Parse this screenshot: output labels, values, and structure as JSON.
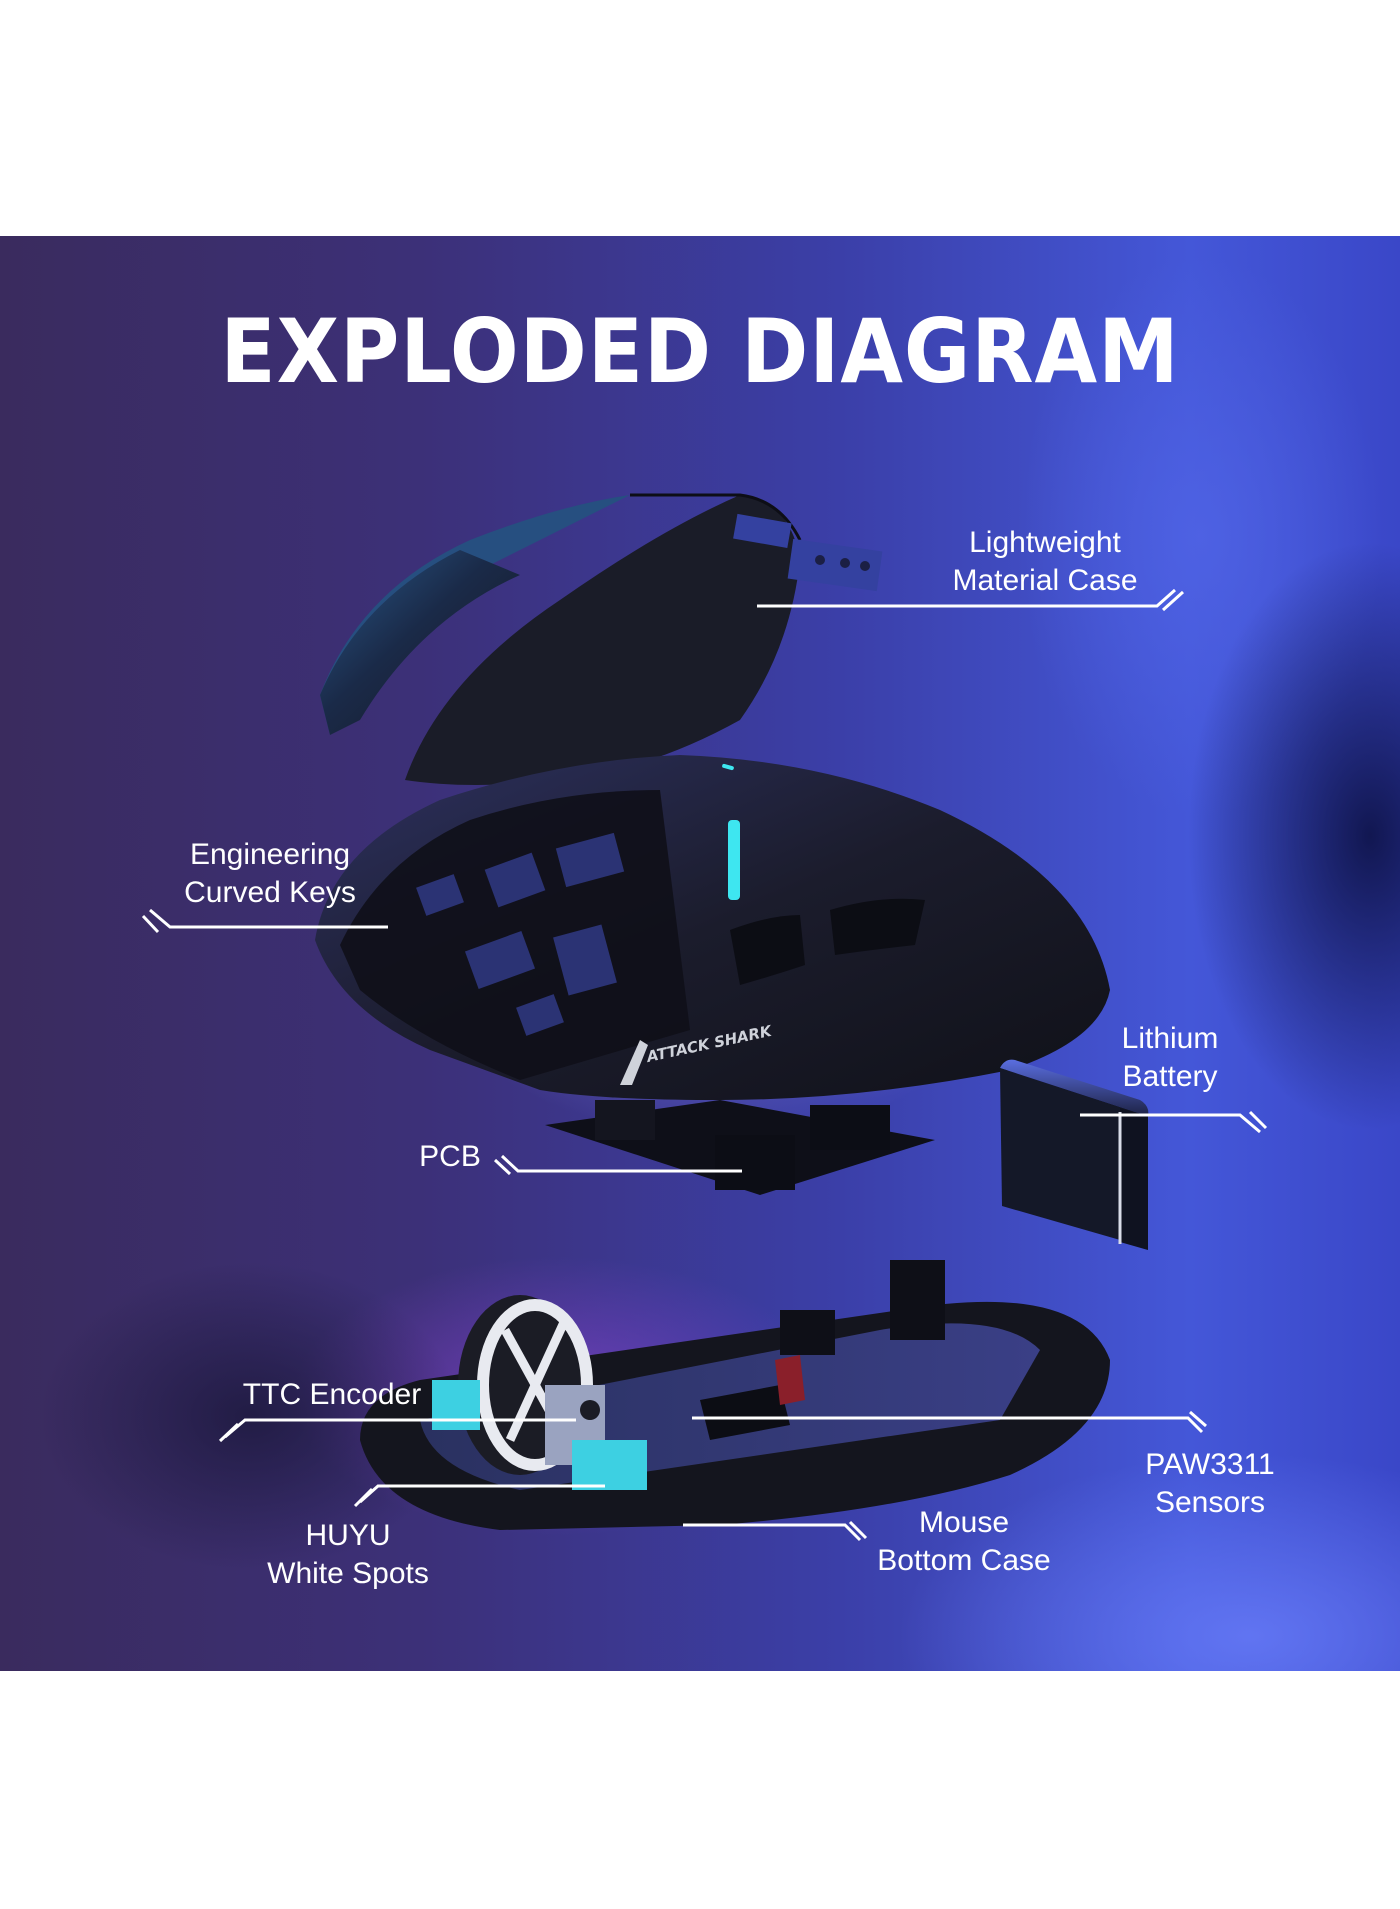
{
  "title": "EXPLODED DIAGRAM",
  "brand_logo_text": "ATTACK SHARK",
  "colors": {
    "background_page": "#ffffff",
    "panel_deep_purple": "#3a2b5e",
    "panel_blue": "#4457d8",
    "label_text": "#ffffff",
    "accent_cyan": "#3ee6f0",
    "mouse_body": "#15161f"
  },
  "callouts": [
    {
      "id": "lightweight-material-case",
      "line1": "Lightweight",
      "line2": "Material Case"
    },
    {
      "id": "engineering-curved-keys",
      "line1": "Engineering",
      "line2": "Curved Keys"
    },
    {
      "id": "lithium-battery",
      "line1": "Lithium",
      "line2": "Battery"
    },
    {
      "id": "pcb",
      "line1": "PCB",
      "line2": ""
    },
    {
      "id": "ttc-encoder",
      "line1": "TTC Encoder",
      "line2": ""
    },
    {
      "id": "huyu-white-spots",
      "line1": "HUYU",
      "line2": "White Spots"
    },
    {
      "id": "mouse-bottom-case",
      "line1": "Mouse",
      "line2": "Bottom Case"
    },
    {
      "id": "paw3311-sensors",
      "line1": "PAW3311",
      "line2": "Sensors"
    }
  ]
}
